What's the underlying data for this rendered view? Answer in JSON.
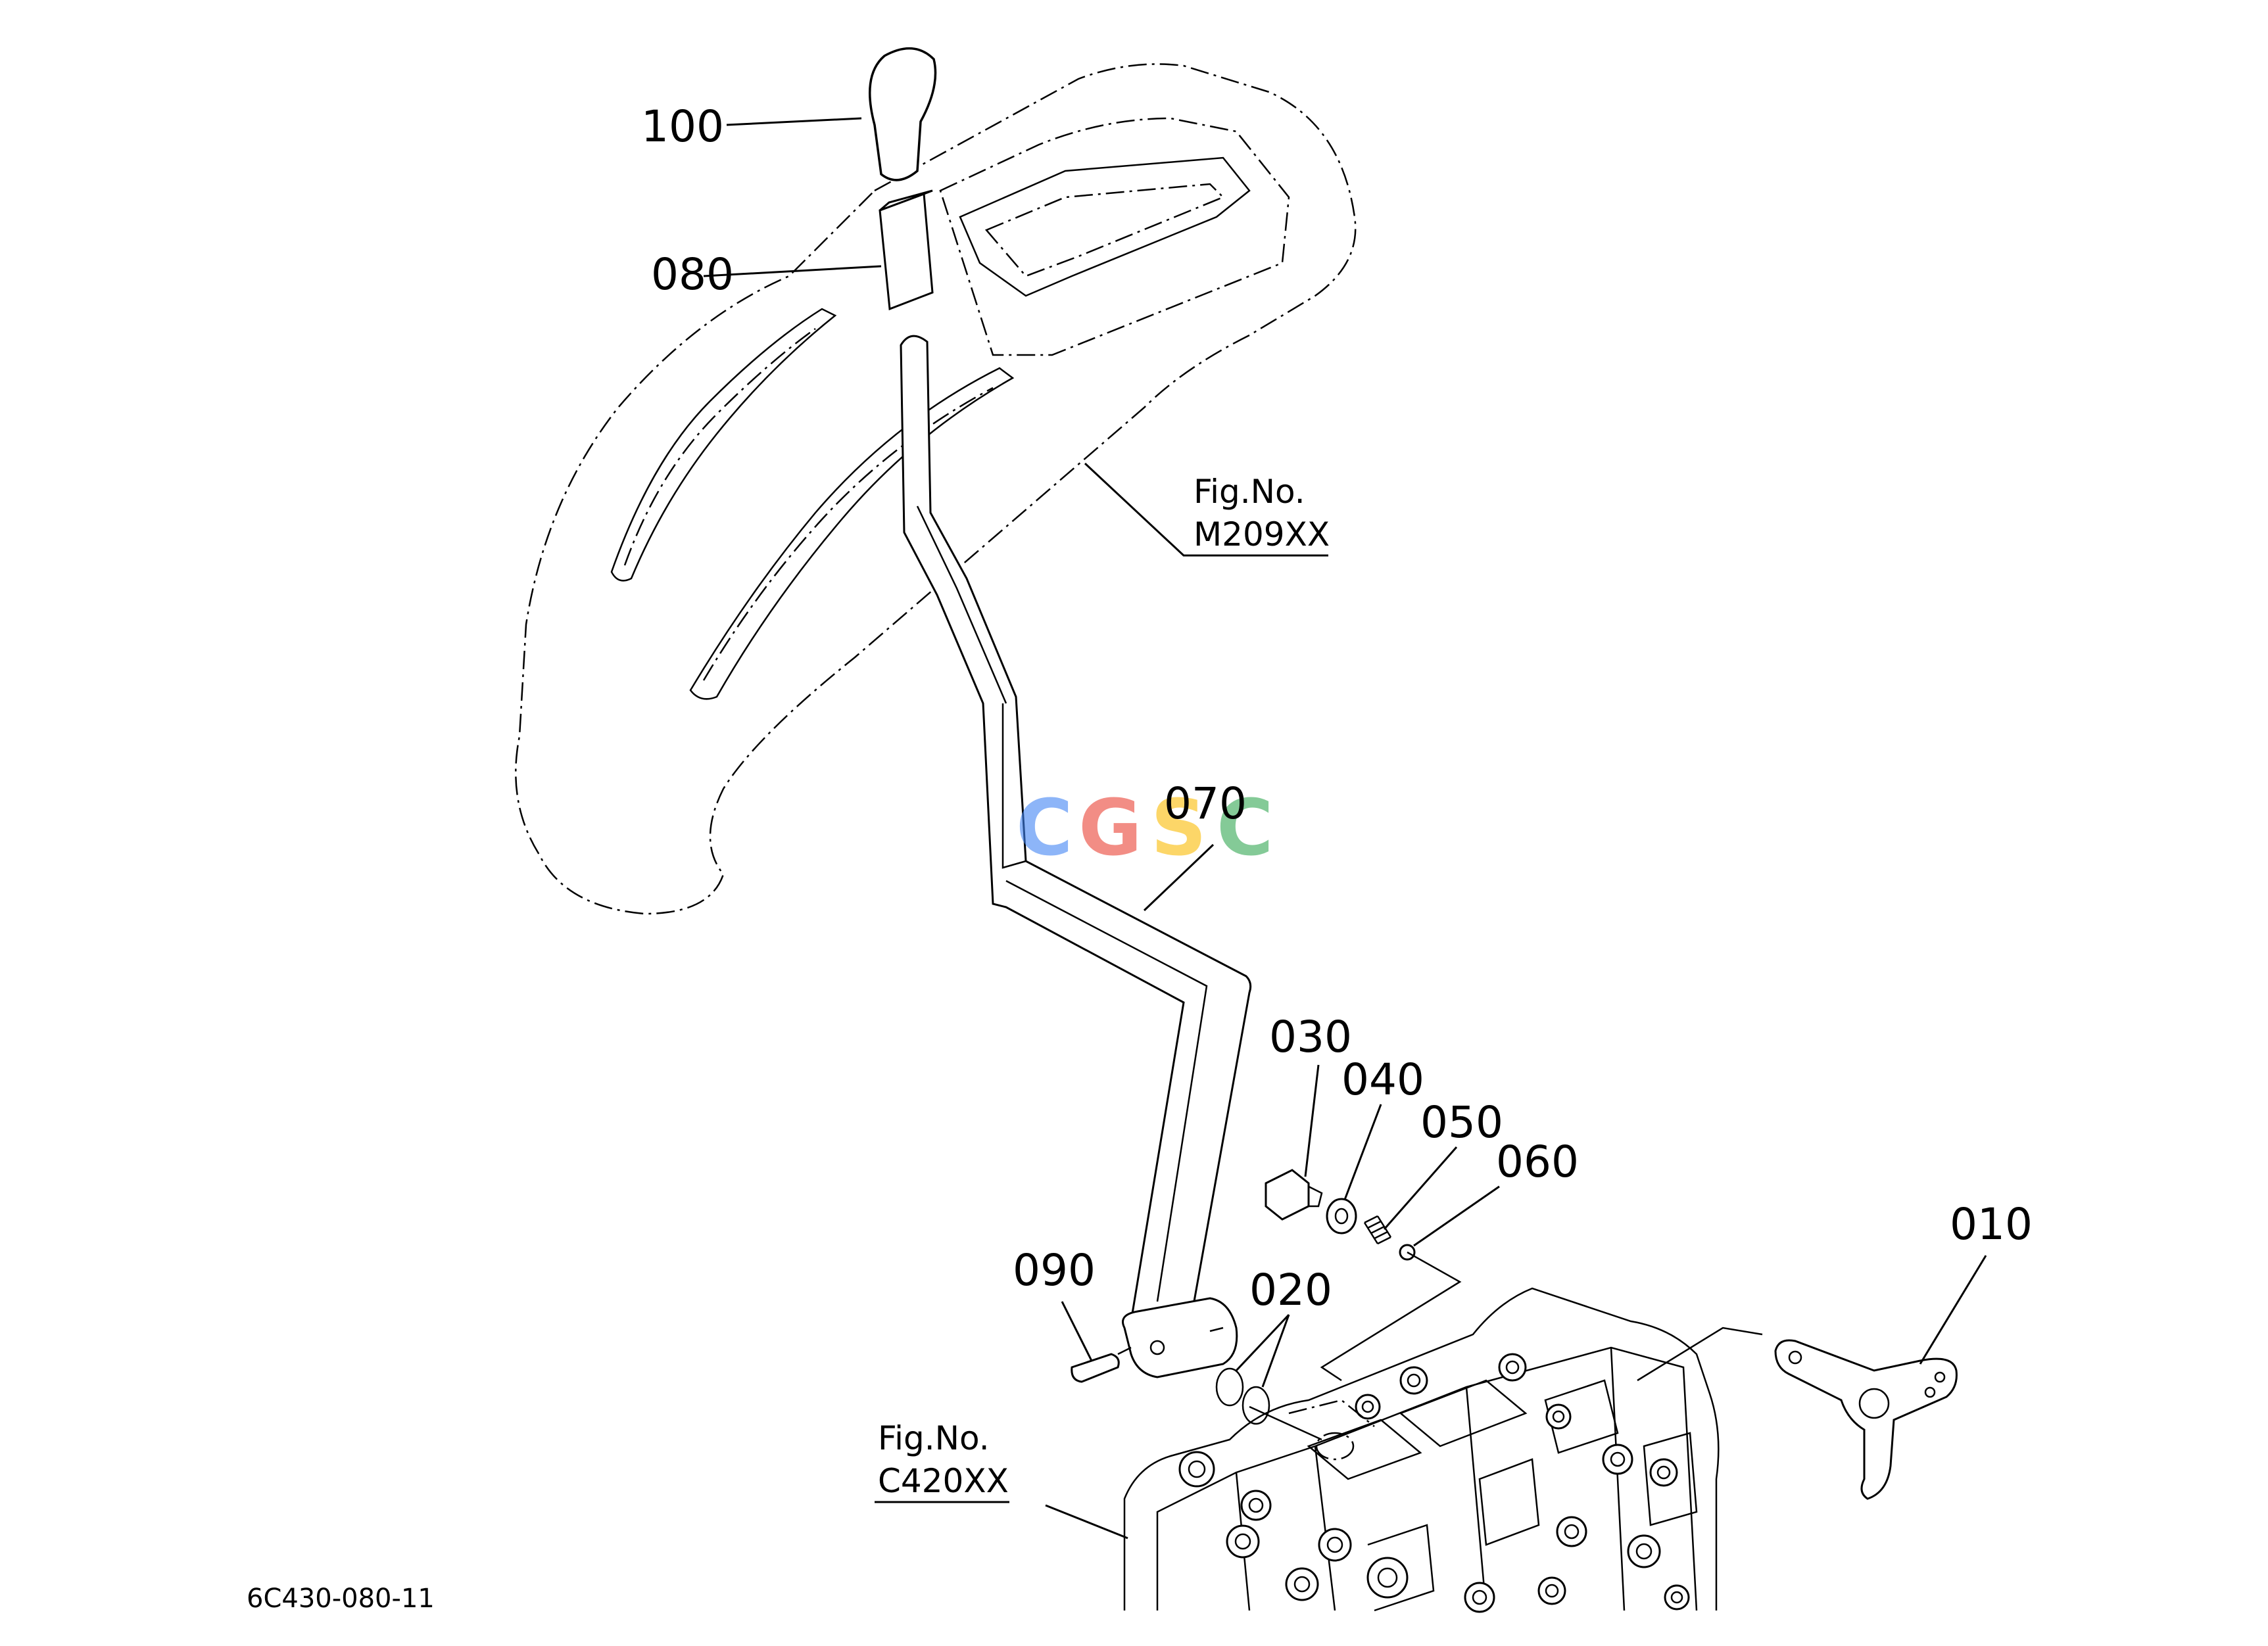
{
  "diagram_code": "6C430-080-11",
  "watermark": {
    "letters": [
      "C",
      "G",
      "S",
      "C"
    ],
    "colors": [
      "#4285F4",
      "#EA4335",
      "#FBBC05",
      "#34A853"
    ]
  },
  "references": [
    {
      "line1": "Fig.No.",
      "line2": "M209XX"
    },
    {
      "line1": "Fig.No.",
      "line2": "C420XX"
    }
  ],
  "callouts": [
    "100",
    "080",
    "070",
    "030",
    "040",
    "050",
    "060",
    "090",
    "020",
    "010"
  ]
}
